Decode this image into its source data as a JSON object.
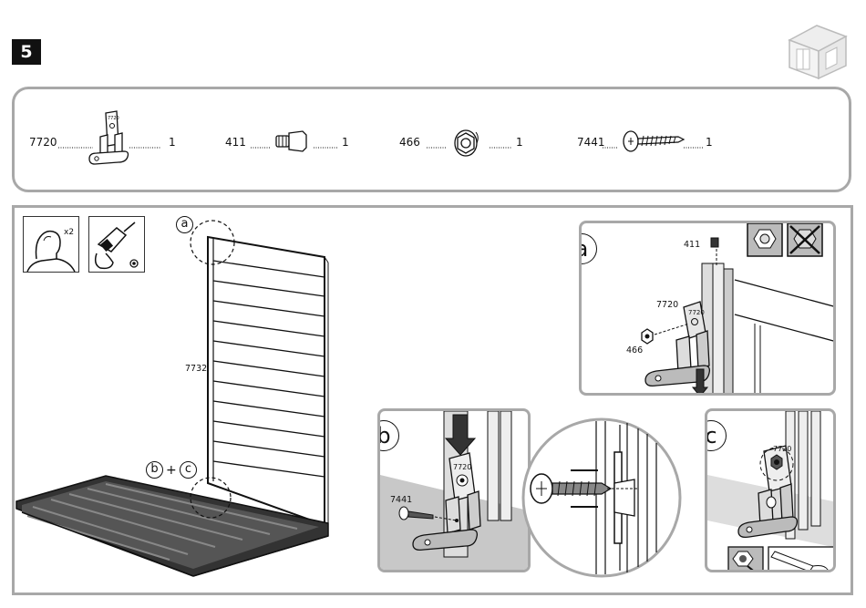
{
  "step": {
    "number": "5"
  },
  "parts": [
    {
      "id": "7720",
      "qty": "1",
      "icon": "corner-bracket-icon"
    },
    {
      "id": "411",
      "qty": "1",
      "icon": "square-bolt-icon"
    },
    {
      "id": "466",
      "qty": "1",
      "icon": "flange-nut-icon"
    },
    {
      "id": "7441",
      "qty": "1",
      "icon": "screw-icon"
    }
  ],
  "main": {
    "people": "x2",
    "panel_label": "7732",
    "callout_a": "a",
    "callout_bc": "b",
    "plus": "+",
    "callout_c": "c"
  },
  "detail_a": {
    "label": "a",
    "part_411": "411",
    "part_7720": "7720",
    "part_466": "466",
    "stamp": "7720"
  },
  "detail_b": {
    "label": "b",
    "part_7441": "7441",
    "stamp": "7720"
  },
  "detail_c": {
    "label": "c",
    "stamp": "7720"
  }
}
